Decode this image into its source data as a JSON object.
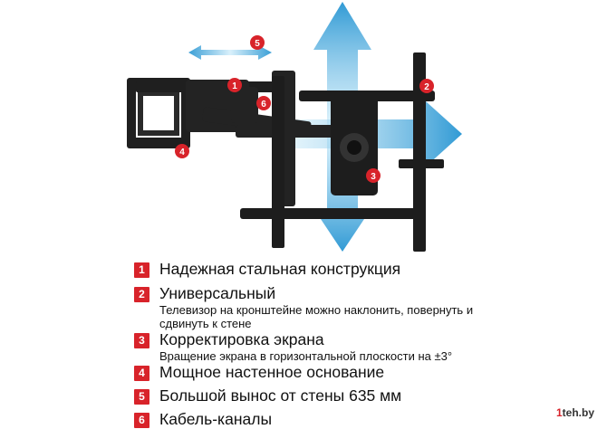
{
  "features": [
    {
      "num": "1",
      "title": "Надежная стальная конструкция"
    },
    {
      "num": "2",
      "title": "Универсальный",
      "desc": "Телевизор на кронштейне можно наклонить, повернуть и сдвинуть к стене"
    },
    {
      "num": "3",
      "title": "Корректировка экрана",
      "desc": "Вращение экрана в горизонтальной плоскости на ±3°"
    },
    {
      "num": "4",
      "title": "Мощное настенное основание"
    },
    {
      "num": "5",
      "title": "Большой вынос от стены 635 мм"
    },
    {
      "num": "6",
      "title": "Кабель-каналы"
    }
  ],
  "callouts": [
    "1",
    "2",
    "3",
    "4",
    "5",
    "6"
  ],
  "watermark": {
    "part1": "1",
    "part2": "teh.by"
  },
  "colors": {
    "accent": "#d8232a",
    "arrow": "#2aa7e0",
    "metal": "#1e1e1e"
  }
}
